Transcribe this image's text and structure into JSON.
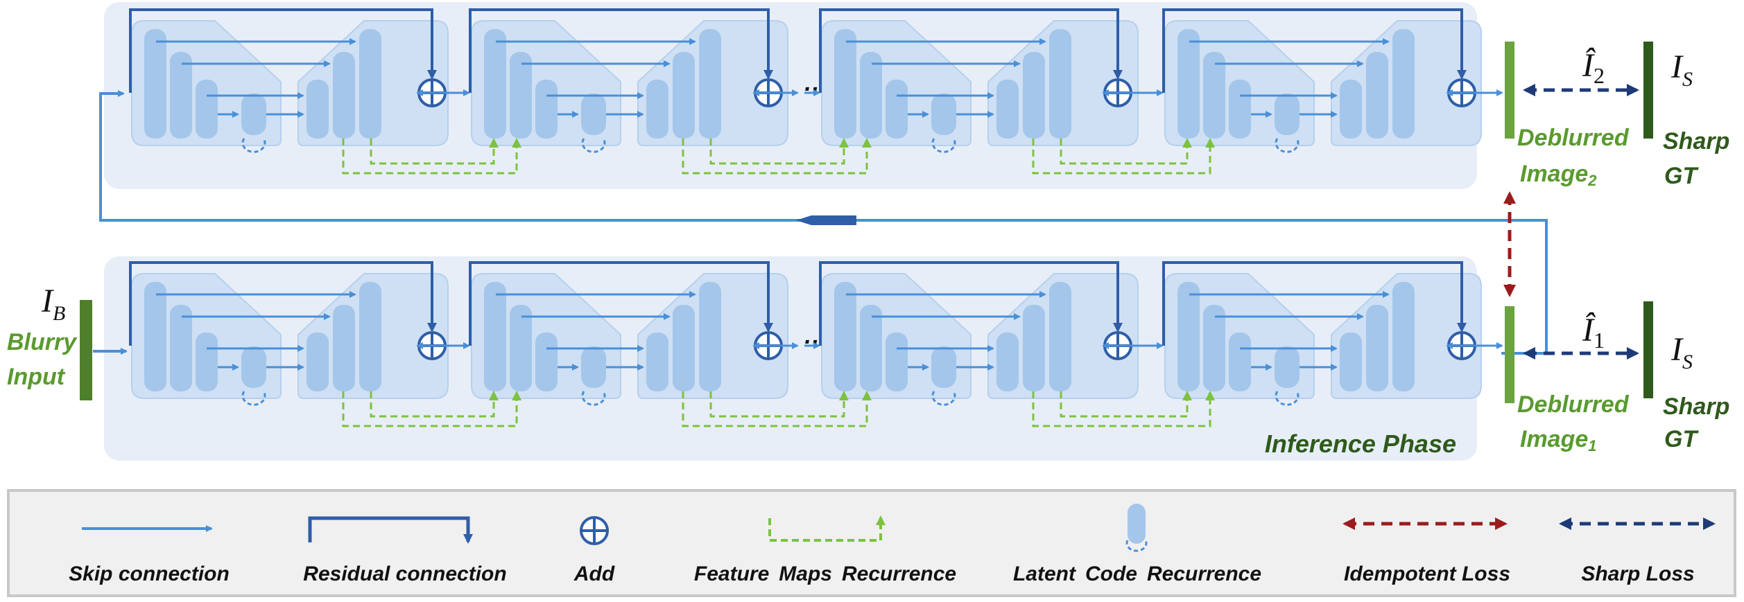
{
  "colors": {
    "panel_fill": "#e8eef7",
    "block_outer": "#cfe0f4",
    "block_inner": "#a4c6ea",
    "skip": "#4a8fd8",
    "residual": "#2f5ea8",
    "add": "#2f5ea8",
    "feature": "#7cc23f",
    "idempotent": "#9b1c1c",
    "sharp": "#1e3a78",
    "image_bar_deblurred": "#6aa340",
    "image_bar_sharp": "#2e5a1c",
    "green_text": "#5a9a30",
    "dark_green_text": "#2e5a1c"
  },
  "labels": {
    "blurry_input_symbol": "I",
    "blurry_input_sub": "B",
    "blurry_input_line1": "Blurry",
    "blurry_input_line2": "Input",
    "deblurred_word": "Deblurred",
    "image2": "Image",
    "image2_sub": "2",
    "image1": "Image",
    "image1_sub": "1",
    "sharp_symbol": "I",
    "sharp_sub": "S",
    "sharp_line1": "Sharp",
    "sharp_line2": "GT",
    "ihat": "Î",
    "ihat2_sub": "2",
    "ihat1_sub": "1",
    "ellipsis": "···",
    "inference_phase": "Inference Phase"
  },
  "legend": {
    "skip": "Skip connection",
    "residual": "Residual connection",
    "add": "Add",
    "feature_w1": "Feature",
    "feature_w2": "Maps",
    "feature_w3": "Recurrence",
    "latent_w1": "Latent",
    "latent_w2": "Code",
    "latent_w3": "Recurrence",
    "idempotent": "Idempotent Loss",
    "sharp": "Sharp Loss"
  }
}
